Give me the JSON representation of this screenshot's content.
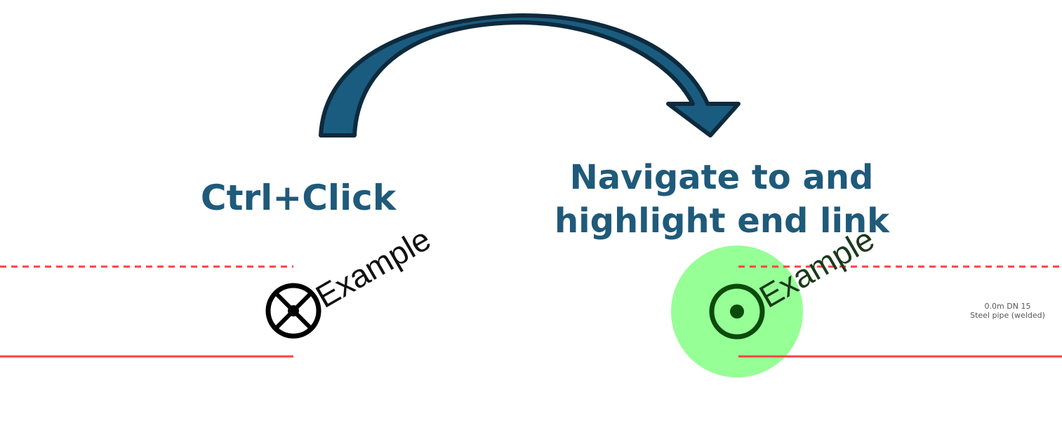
{
  "captions": {
    "action": "Ctrl+Click",
    "result_line1": "Navigate to and",
    "result_line2": "highlight end link"
  },
  "symbols": {
    "start_link_label": "Example",
    "end_link_label": "Example"
  },
  "pipe_annotation": {
    "line1": "0.0m DN 15",
    "line2": "Steel pipe (welded)"
  },
  "colors": {
    "arrow_fill": "#1a5c80",
    "arrow_stroke": "#0e2a3d",
    "caption_text": "#1f5a7a",
    "pipe_line": "#ff4040",
    "highlight": "#90ff90",
    "highlighted_symbol": "#0a5a0a",
    "symbol": "#000000"
  },
  "icons": {
    "start_symbol": "crossed-circle-link-icon",
    "end_symbol": "dot-circle-link-icon",
    "transition": "curved-arrow-icon"
  }
}
